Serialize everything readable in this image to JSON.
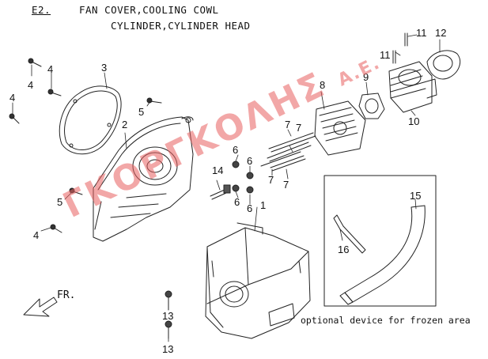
{
  "header": {
    "section_code": "E2.",
    "title_line1": "FAN COVER,COOLING COWL",
    "title_line2": "CYLINDER,CYLINDER HEAD"
  },
  "callouts": {
    "fan_cover": "1",
    "cooling_cowl": "2",
    "cover_plate": "3",
    "screw_a": "4",
    "screw_b": "4",
    "screw_c": "4",
    "screw_d": "4",
    "screw_e": "5",
    "screw_f": "5",
    "nut_a": "6",
    "nut_b": "6",
    "nut_c": "6",
    "nut_d": "6",
    "stud_a": "7",
    "stud_b": "7",
    "stud_c": "7",
    "stud_d": "7",
    "cylinder_head": "8",
    "gasket": "9",
    "cylinder": "10",
    "pin_a": "11",
    "pin_b": "11",
    "cylinder_gasket": "12",
    "bolt_a": "13",
    "bolt_b": "13",
    "spark_bolt": "14",
    "air_duct": "15",
    "clip": "16"
  },
  "optional_box_caption": "optional device for frozen area",
  "direction_label": "FR.",
  "watermark": {
    "text": "ΓΚΟΡΓΚΟΛΗΣ",
    "suffix": "Α.Ε."
  }
}
